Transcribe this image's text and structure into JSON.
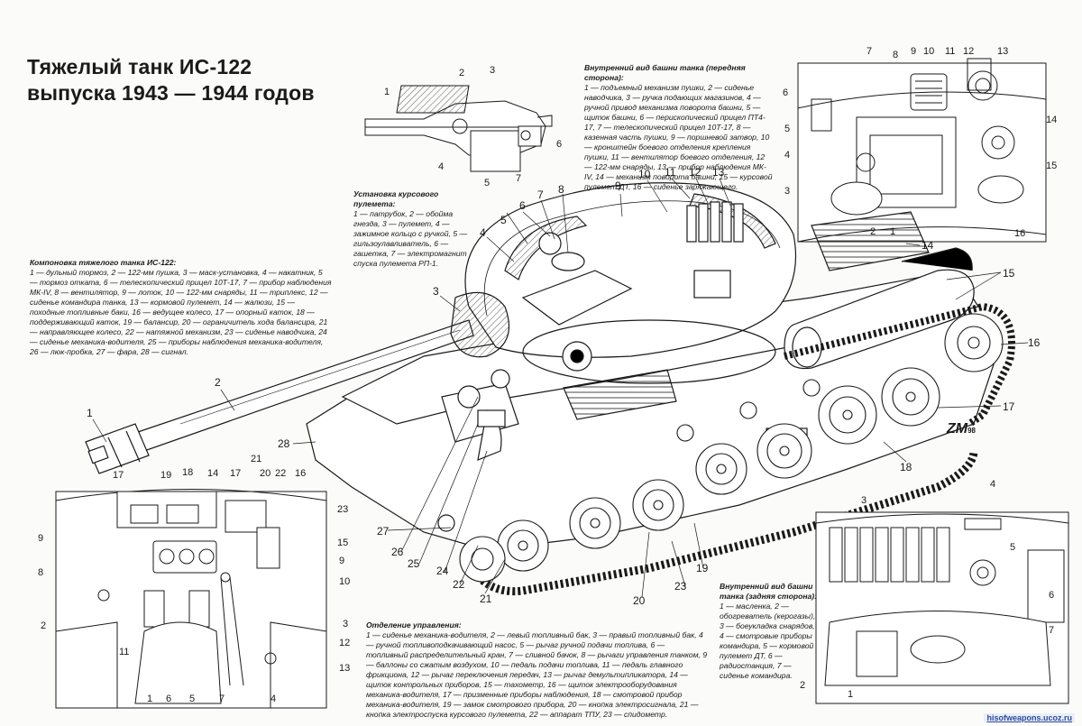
{
  "title": {
    "line1": "Тяжелый танк ИС-122",
    "line2": "выпуска 1943 — 1944 годов"
  },
  "legends": {
    "main": {
      "heading": "Компоновка тяжелого танка ИС-122:",
      "text": "1 — дульный тормоз, 2 — 122-мм пушка, 3 — маск-установка, 4 — накатник, 5 — тормоз отката, 6 — телескопический прицел 10Т-17, 7 — прибор наблюдения МК-IV, 8 — вентилятор, 9 — лоток, 10 — 122-мм снаряды, 11 — триплекс, 12 — сиденье командира танка, 13 — кормовой пулемет, 14 — жалюзи, 15 — походные топливные баки, 16 — ведущее колесо, 17 — опорный каток, 18 — поддерживающий каток, 19 — балансир, 20 — ограничитель хода балансира, 21 — направляющее колесо, 22 — натяжной механизм, 23 — сиденье наводчика, 24 — сиденье механика-водителя, 25 — приборы наблюдения механика-водителя, 26 — люк-пробка, 27 — фара, 28 — сигнал."
    },
    "mg": {
      "heading": "Установка курсового пулемета:",
      "text": "1 — патрубок, 2 — обойма гнезда, 3 — пулемет, 4 — зажимное кольцо с ручкой, 5 — гильзоулавливатель, 6 — гашетка, 7 — электромагнит спуска пулемета РП-1."
    },
    "turret_front": {
      "heading": "Внутренний вид башни танка (передняя сторона):",
      "text": "1 — подъемный механизм пушки, 2 — сиденье наводчика, 3 — ручка подающих магазинов, 4 — ручной привод механизма поворота башни, 5 — щиток башни, 6 — перископический прицел ПТ4-17, 7 — телескопический прицел 10Т-17, 8 — казенная часть пушки, 9 — поршневой затвор, 10 — кронштейн боевого отделения крепления пушки, 11 — вентилятор боевого отделения, 12 — 122-мм снаряды, 13 — прибор наблюдения МК-IV, 14 — механизм поворота башни, 15 — курсовой пулемет ДТ, 16 — сиденье заряжающего."
    },
    "turret_rear": {
      "heading": "Внутренний вид башни танка (задняя сторона):",
      "text": "1 — масленка, 2 — обогреватель (керогазы), 3 — боеукладка снарядов, 4 — смотровые приборы командира, 5 — кормовой пулемет ДТ, 6 — радиостанция, 7 — сиденье командира."
    },
    "driver": {
      "heading": "Отделение управления:",
      "text": "1 — сиденье механика-водителя, 2 — левый топливный бак, 3 — правый топливный бак, 4 — ручной топливоподкачивающий насос, 5 — рычаг ручной подачи топлива, 6 — топливный распределительный кран, 7 — сливной бачок, 8 — рычаги управления танком, 9 — баллоны со сжатым воздухом, 10 — педаль подачи топлива, 11 — педаль главного фрикциона, 12 — рычаг переключения передач, 13 — рычаг демультипликатора, 14 — щиток контрольных приборов, 15 — тахометр, 16 — щиток электрооборудования механика-водителя, 17 — призменные приборы наблюдения, 18 — смотровой прибор механика-водителя, 19 — замок смотрового прибора, 20 — кнопка электросигнала, 21 — кнопка электроспуска курсового пулемета, 22 — аппарат ТПУ, 23 — спидометр."
    }
  },
  "signature": {
    "mark": "ZM",
    "year": "98"
  },
  "footer": "hisofweapons.ucoz.ru",
  "callouts": {
    "main": [
      "1",
      "2",
      "3",
      "4",
      "5",
      "6",
      "7",
      "8",
      "9",
      "10",
      "11",
      "12",
      "13",
      "14",
      "15",
      "16",
      "17",
      "18",
      "19",
      "20",
      "21",
      "22",
      "23",
      "24",
      "25",
      "26",
      "27",
      "28"
    ],
    "mg": [
      "1",
      "2",
      "3",
      "4",
      "5",
      "6",
      "7"
    ],
    "turret_front": [
      "1",
      "2",
      "3",
      "4",
      "5",
      "6",
      "7",
      "8",
      "9",
      "10",
      "11",
      "12",
      "13",
      "14",
      "15",
      "16"
    ],
    "turret_rear": [
      "1",
      "2",
      "3",
      "4",
      "5",
      "6",
      "7"
    ],
    "driver": [
      "1",
      "2",
      "3",
      "4",
      "5",
      "6",
      "7",
      "8",
      "9",
      "10",
      "11",
      "12",
      "13",
      "14",
      "15",
      "16",
      "17",
      "18",
      "19",
      "20",
      "21",
      "22",
      "23"
    ]
  },
  "colors": {
    "ink": "#1a1a1a",
    "paper": "#fbfbf9",
    "link": "#2b4a9b"
  }
}
